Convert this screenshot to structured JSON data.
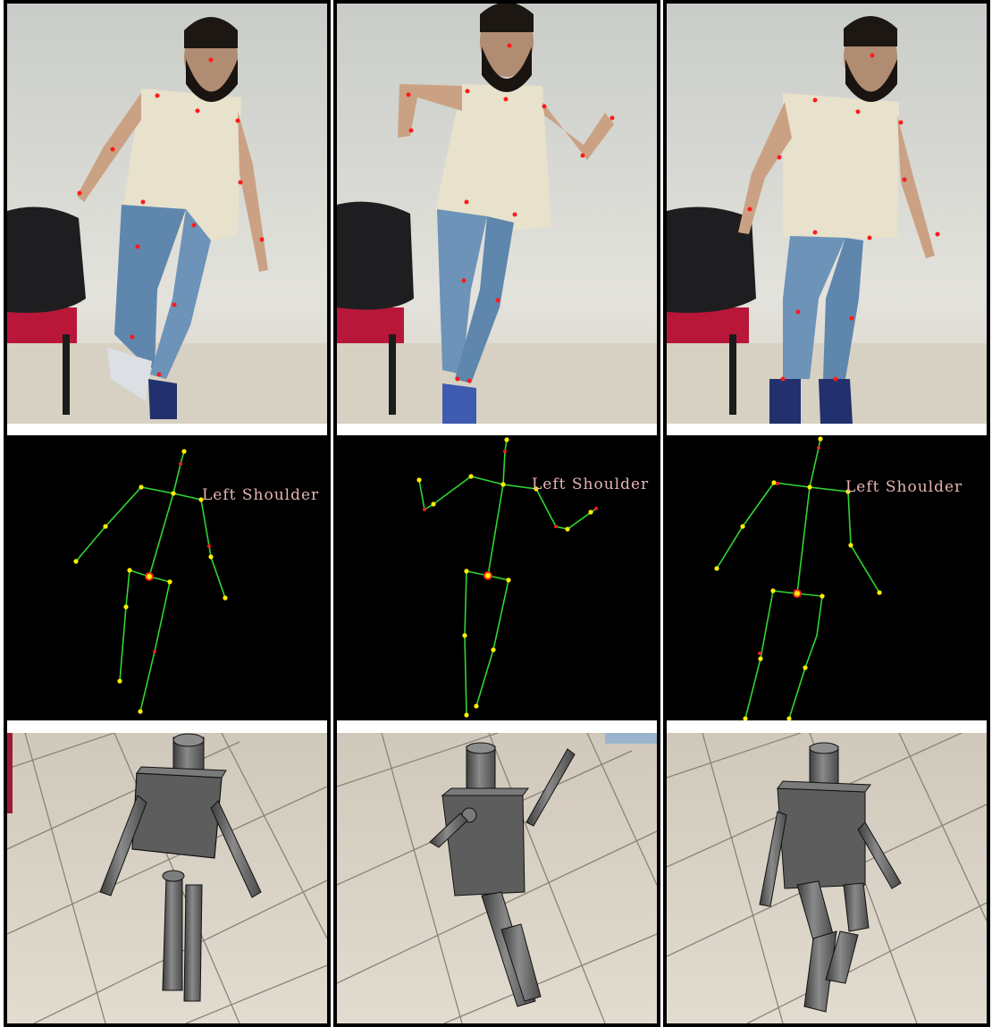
{
  "colors": {
    "skeleton_line": "#2fd62f",
    "joint": "#ffee00",
    "joint_red": "#e62020",
    "keypoint": "#ff1a1a",
    "label": "#e7b4b4",
    "wall": "#dcdcd4",
    "floor_tile": "#d4ccc0",
    "robot": "#6b6b6b"
  },
  "columns": [
    {
      "skeleton_label": "Left Shoulder"
    },
    {
      "skeleton_label": "Left Shoulder"
    },
    {
      "skeleton_label": "Left Shoulder"
    }
  ]
}
